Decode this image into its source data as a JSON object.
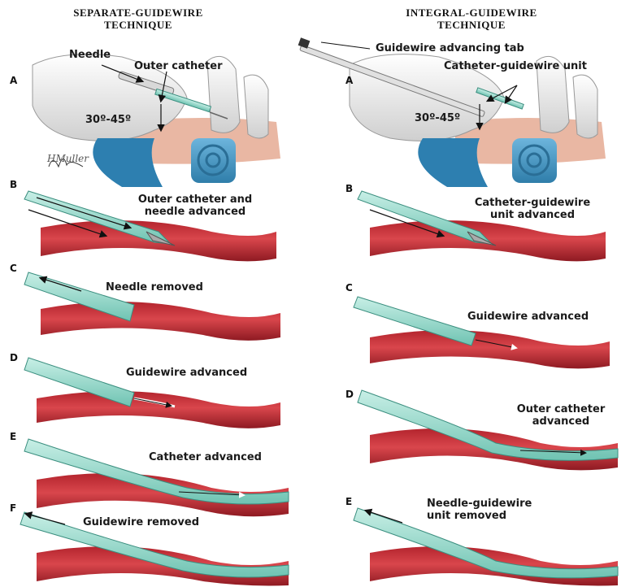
{
  "headers": {
    "left": [
      "SEPARATE-GUIDEWIRE",
      "TECHNIQUE"
    ],
    "right": [
      "INTEGRAL-GUIDEWIRE",
      "TECHNIQUE"
    ]
  },
  "left_panel": {
    "A": {
      "letter": "A",
      "needle": "Needle",
      "outer_catheter": "Outer catheter",
      "angle": "30º-45º"
    },
    "B": {
      "letter": "B",
      "caption": [
        "Outer catheter and",
        "needle advanced"
      ]
    },
    "C": {
      "letter": "C",
      "caption": [
        "Needle removed"
      ]
    },
    "D": {
      "letter": "D",
      "caption": [
        "Guidewire advanced"
      ]
    },
    "E": {
      "letter": "E",
      "caption": [
        "Catheter advanced"
      ]
    },
    "F": {
      "letter": "F",
      "caption": [
        "Guidewire removed"
      ]
    }
  },
  "right_panel": {
    "A": {
      "letter": "A",
      "tab": "Guidewire advancing tab",
      "unit": "Catheter-guidewire unit",
      "angle": "30º-45º"
    },
    "B": {
      "letter": "B",
      "caption": [
        "Catheter-guidewire",
        "unit advanced"
      ]
    },
    "C": {
      "letter": "C",
      "caption": [
        "Guidewire advanced"
      ]
    },
    "D": {
      "letter": "D",
      "caption": [
        "Outer catheter",
        "advanced"
      ]
    },
    "E": {
      "letter": "E",
      "caption": [
        "Needle-guidewire",
        "unit removed"
      ]
    }
  },
  "signature": "HMuller",
  "colors": {
    "vessel": "#c8323a",
    "vessel_dark": "#8e1a22",
    "catheter": "#8fd8c8",
    "glove": "#eeeeee",
    "towel": "#4a9ec9",
    "skin": "#e7b9a4"
  }
}
